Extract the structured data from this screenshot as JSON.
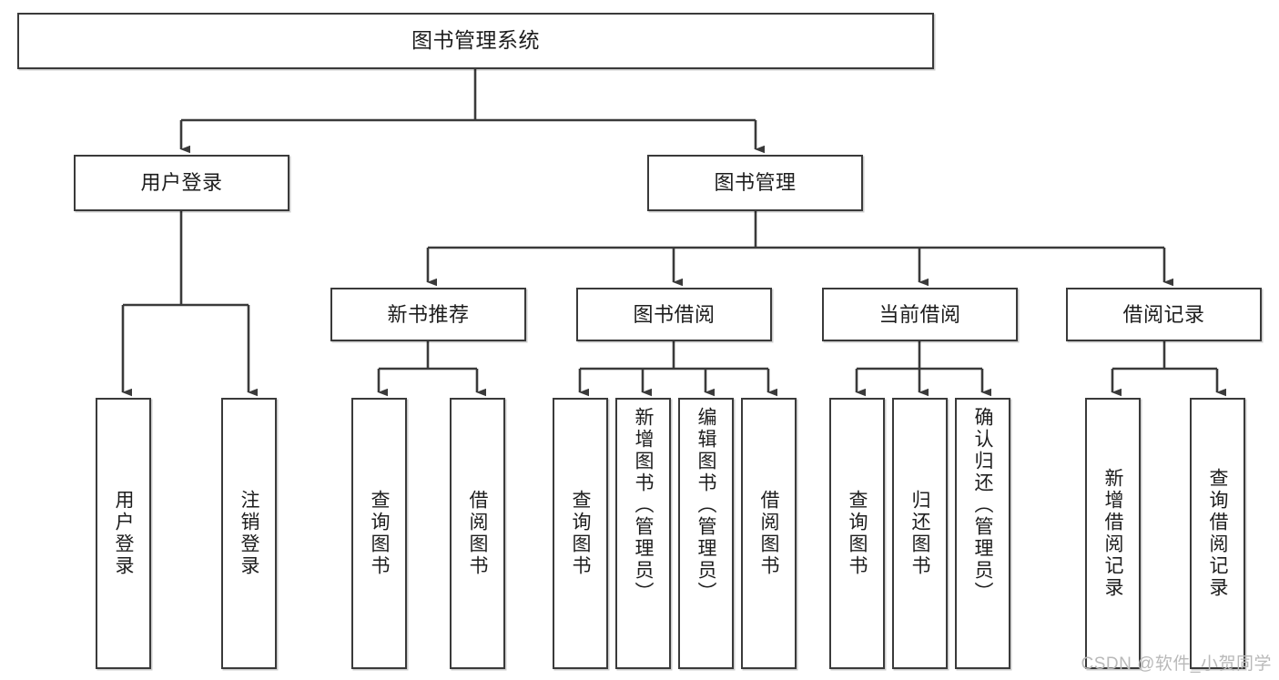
{
  "diagram": {
    "title": "图书管理系统",
    "type": "tree",
    "watermark": "CSDN @软件_小贺同学",
    "colors": {
      "box_border": "#3a3a3a",
      "box_fill": "#ffffff",
      "edge": "#3a3a3a",
      "text": "#1d1d1d",
      "watermark": "#b9b9b9",
      "background": "#ffffff"
    },
    "nodes": {
      "root": {
        "label": "图书管理系统"
      },
      "level2": [
        {
          "id": "user-login",
          "label": "用户登录"
        },
        {
          "id": "book-management",
          "label": "图书管理"
        }
      ],
      "level3": [
        {
          "id": "new-book-recommend",
          "label": "新书推荐"
        },
        {
          "id": "book-borrow",
          "label": "图书借阅"
        },
        {
          "id": "current-borrow",
          "label": "当前借阅"
        },
        {
          "id": "borrow-record",
          "label": "借阅记录"
        }
      ],
      "leaves": {
        "user-login": [
          {
            "id": "leaf-user-login",
            "label": "用户登录"
          },
          {
            "id": "leaf-logout-login",
            "label": "注销登录"
          }
        ],
        "new-book-recommend": [
          {
            "id": "leaf-query-book-1",
            "label": "查询图书"
          },
          {
            "id": "leaf-borrow-book-1",
            "label": "借阅图书"
          }
        ],
        "book-borrow": [
          {
            "id": "leaf-query-book-2",
            "label": "查询图书"
          },
          {
            "id": "leaf-add-book-admin",
            "label": "新增图书（管理员）"
          },
          {
            "id": "leaf-edit-book-admin",
            "label": "编辑图书（管理员）"
          },
          {
            "id": "leaf-borrow-book-2",
            "label": "借阅图书"
          }
        ],
        "current-borrow": [
          {
            "id": "leaf-query-book-3",
            "label": "查询图书"
          },
          {
            "id": "leaf-return-book",
            "label": "归还图书"
          },
          {
            "id": "leaf-confirm-return-admin",
            "label": "确认归还（管理员）"
          }
        ],
        "borrow-record": [
          {
            "id": "leaf-add-borrow-record",
            "label": "新增借阅记录"
          },
          {
            "id": "leaf-query-borrow-record",
            "label": "查询借阅记录"
          }
        ]
      }
    }
  }
}
